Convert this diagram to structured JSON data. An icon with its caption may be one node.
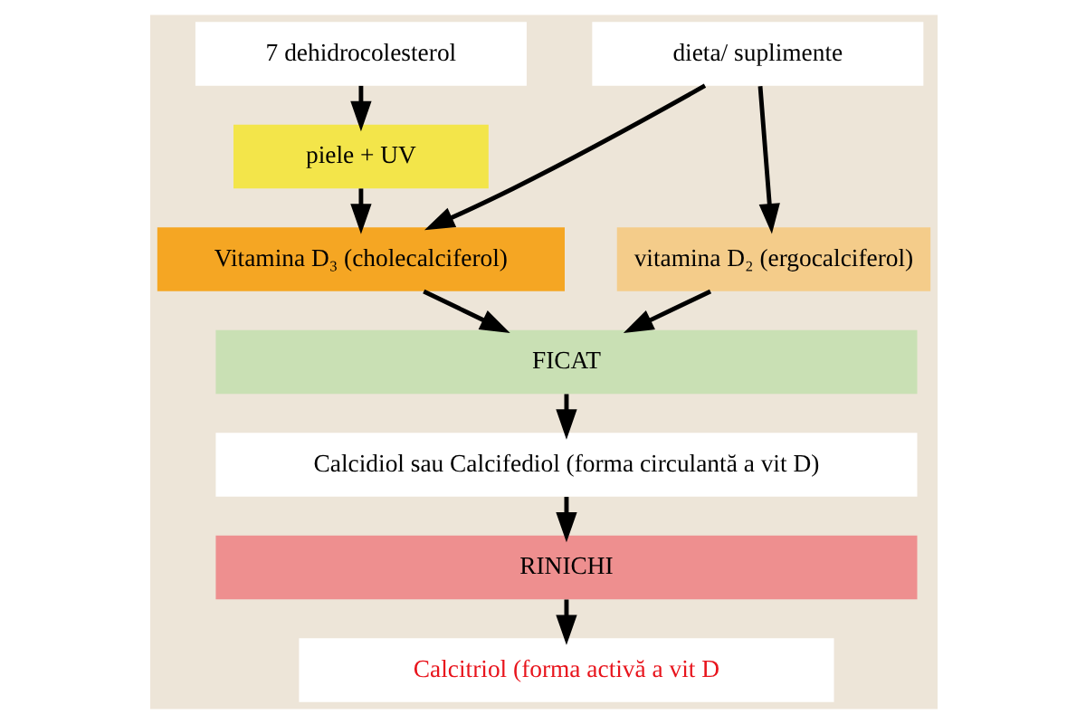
{
  "diagram": {
    "nodes": [
      {
        "text": [
          "7 dehidrocolesterol"
        ]
      },
      {
        "text": [
          "dieta/ suplimente"
        ]
      },
      {
        "text": [
          "piele + UV"
        ]
      },
      {
        "text": [
          "Vitamina D₃ (cholecalciferol)"
        ]
      },
      {
        "text": [
          "vitamina D₂ (ergocalciferol)"
        ]
      },
      {
        "text": [
          "FICAT"
        ]
      },
      {
        "text": [
          "Calcidiol sau Calcifediol (forma circulantă a vit D)"
        ]
      },
      {
        "text": [
          "RINICHI"
        ]
      },
      {
        "text": [
          "Calcitriol (forma activă a vit D"
        ]
      }
    ],
    "edges": [
      {
        "from": 0,
        "to": 2,
        "arrow": "to"
      },
      {
        "from": 2,
        "to": 3,
        "arrow": "to"
      },
      {
        "from": 1,
        "to": 3,
        "arrow": "to"
      },
      {
        "from": 1,
        "to": 4,
        "arrow": "to"
      },
      {
        "from": 3,
        "to": 5,
        "arrow": "to"
      },
      {
        "from": 4,
        "to": 5,
        "arrow": "to"
      },
      {
        "from": 5,
        "to": 6,
        "arrow": "to"
      },
      {
        "from": 6,
        "to": 7,
        "arrow": "to"
      },
      {
        "from": 7,
        "to": 8,
        "arrow": "to"
      }
    ]
  }
}
